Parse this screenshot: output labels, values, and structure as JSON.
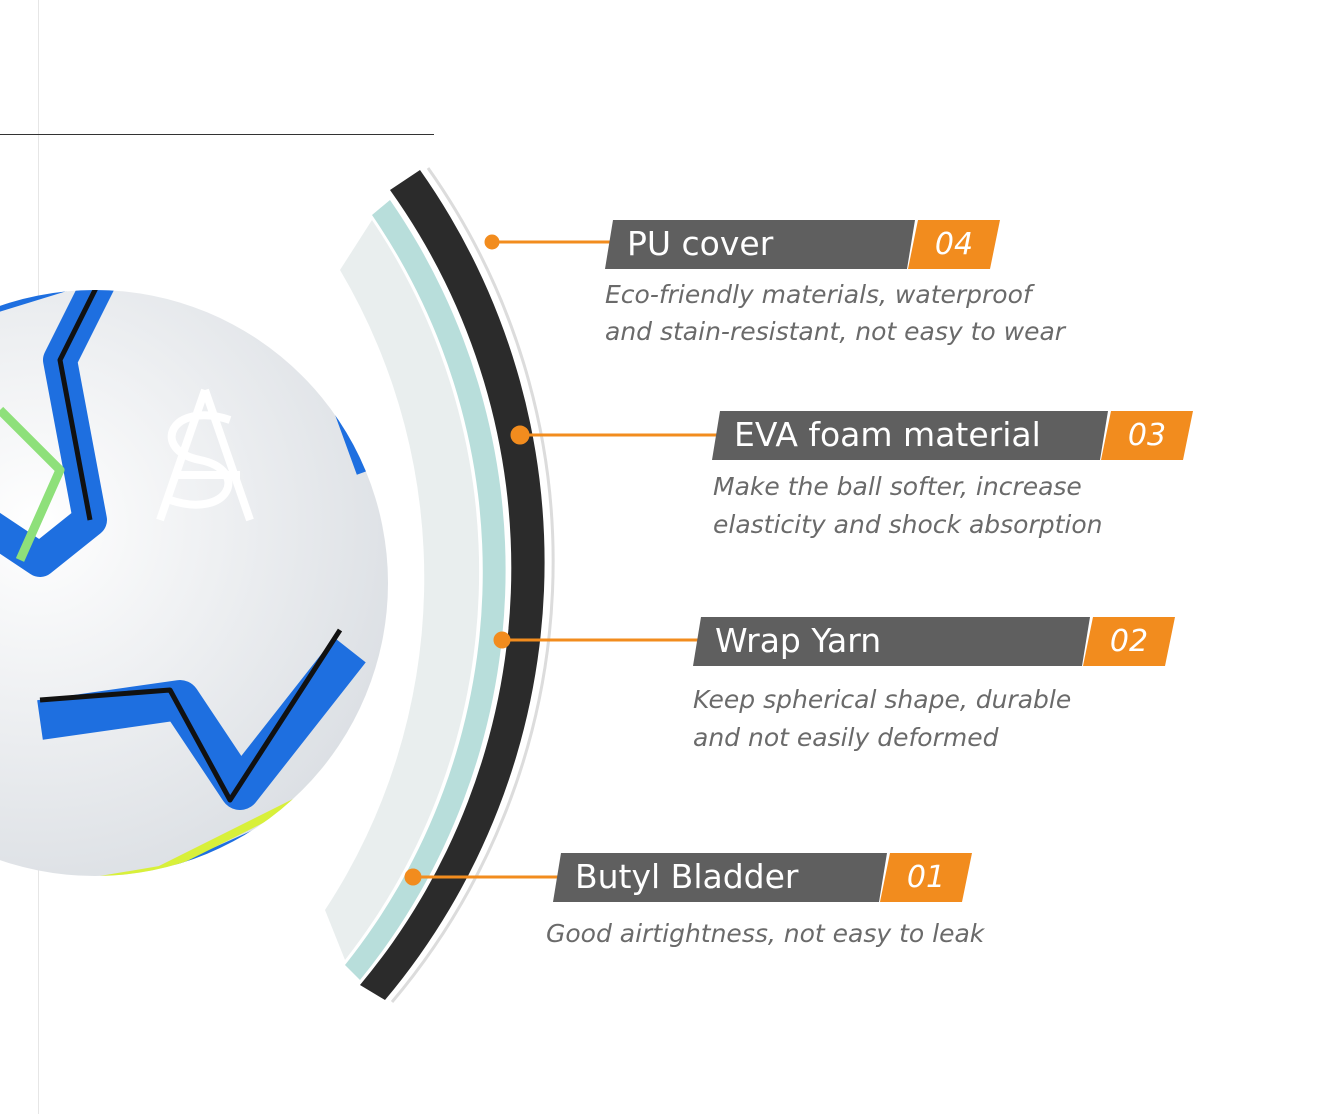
{
  "colors": {
    "bar": "#5f5f5f",
    "accent": "#f28c1e",
    "text": "#6a6a6a"
  },
  "layers": [
    {
      "name": "PU cover",
      "number": "04",
      "desc": [
        "Eco-friendly materials, waterproof",
        "and stain-resistant, not easy to wear"
      ]
    },
    {
      "name": "EVA foam material",
      "number": "03",
      "desc": [
        "Make the ball softer, increase",
        "elasticity and shock absorption"
      ]
    },
    {
      "name": "Wrap Yarn",
      "number": "02",
      "desc": [
        "Keep spherical shape, durable",
        "and not easily deformed"
      ]
    },
    {
      "name": "Butyl Bladder",
      "number": "01",
      "desc": [
        "Good airtightness, not easy to leak"
      ]
    }
  ]
}
